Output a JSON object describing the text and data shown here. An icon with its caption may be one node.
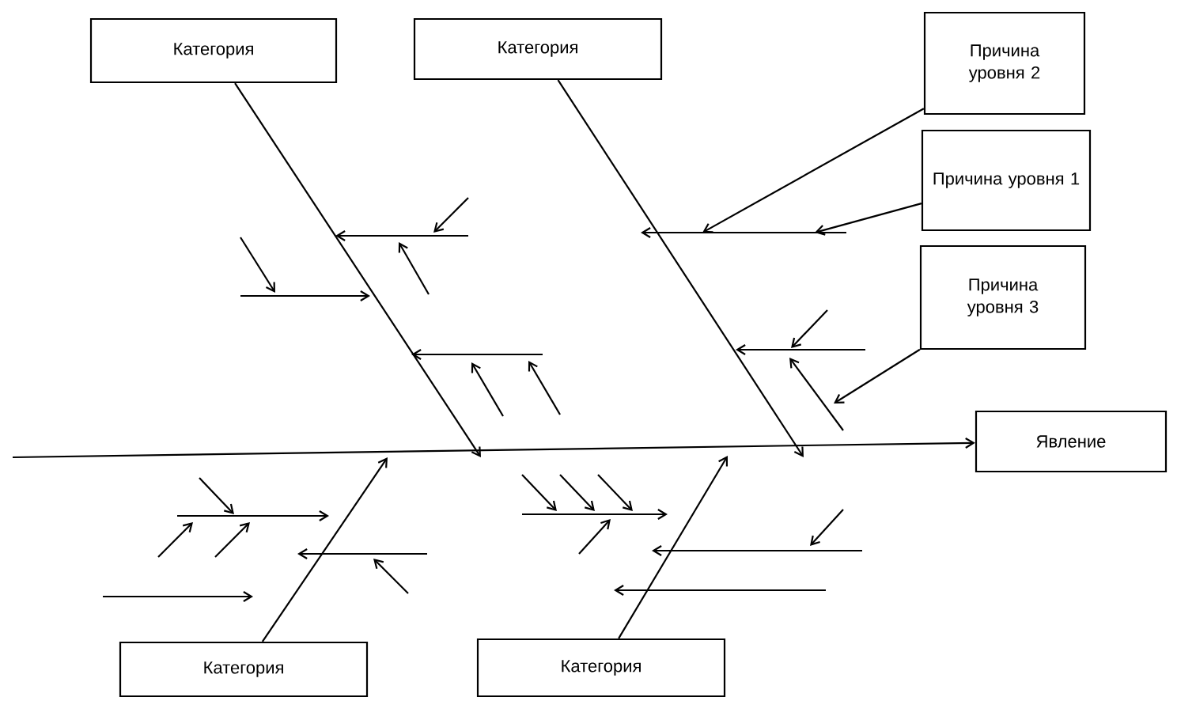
{
  "diagram": {
    "nodes": [
      {
        "text": [
          "Категория"
        ]
      },
      {
        "text": [
          "Категория"
        ]
      },
      {
        "text": [
          "Причина уровня 2"
        ]
      },
      {
        "text": [
          "Причина уровня 1"
        ]
      },
      {
        "text": [
          "Причина уровня 3"
        ]
      },
      {
        "text": [
          "Явление"
        ]
      },
      {
        "text": [
          "Категория"
        ]
      },
      {
        "text": [
          "Категория"
        ]
      }
    ],
    "edges": [
      {
        "from": 0,
        "to": null,
        "arrow": "to"
      },
      {
        "from": 1,
        "to": null,
        "arrow": "to"
      },
      {
        "from": 6,
        "to": null,
        "arrow": "to"
      },
      {
        "from": 7,
        "to": null,
        "arrow": "to"
      },
      {
        "from": null,
        "to": 5,
        "arrow": "to"
      },
      {
        "from": 2,
        "to": null,
        "arrow": "to"
      },
      {
        "from": 3,
        "to": null,
        "arrow": "to"
      },
      {
        "from": 4,
        "to": null,
        "arrow": "to"
      }
    ]
  }
}
